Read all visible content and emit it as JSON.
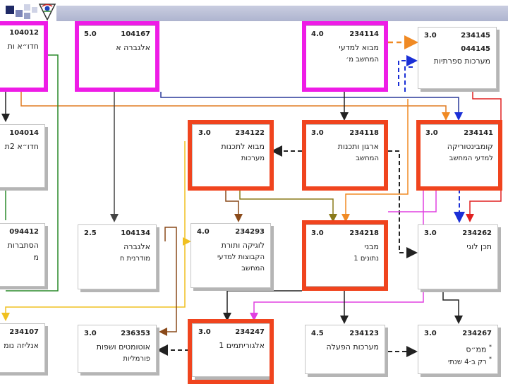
{
  "courses": [
    {
      "id": "c104012",
      "code": "104012",
      "name": "חדו״א ות",
      "points": "",
      "sub": "",
      "foot": "",
      "mark": ""
    },
    {
      "id": "c104167",
      "code": "104167",
      "name": "אלגברה א",
      "points": "5.0",
      "sub": "",
      "foot": "",
      "mark": ""
    },
    {
      "id": "c234114",
      "code": "234114",
      "name": "מבוא למדעי",
      "points": "4.0",
      "sub": "המחשב מ׳",
      "foot": "",
      "mark": ""
    },
    {
      "id": "c234145",
      "code": "234145",
      "name": "044145",
      "points": "3.0",
      "sub": "מערכות ספרתיות",
      "foot": "",
      "mark": ""
    },
    {
      "id": "c104014",
      "code": "104014",
      "name": "חדו״א 2ת",
      "points": "",
      "sub": "",
      "foot": "",
      "mark": ""
    },
    {
      "id": "c234122",
      "code": "234122",
      "name": "מבוא לתכנות",
      "points": "3.0",
      "sub": "מערכות",
      "foot": "",
      "mark": ""
    },
    {
      "id": "c234118",
      "code": "234118",
      "name": "ארגון ותכנות",
      "points": "3.0",
      "sub": "המחשב",
      "foot": "",
      "mark": ""
    },
    {
      "id": "c234141",
      "code": "234141",
      "name": "קומבינטוריקה",
      "points": "3.0",
      "sub": "למדעי המחשב",
      "foot": "",
      "mark": ""
    },
    {
      "id": "c094412",
      "code": "094412",
      "name": "הסתברות מ",
      "points": "",
      "sub": "",
      "foot": "",
      "mark": ""
    },
    {
      "id": "c104134",
      "code": "104134",
      "name": "אלגברה",
      "points": "2.5",
      "sub": "מודרנית ח",
      "foot": "",
      "mark": ""
    },
    {
      "id": "c234293",
      "code": "234293",
      "name": "לוגיקה ותורת",
      "points": "4.0",
      "sub": "הקבוצות למדעי",
      "foot": "המחשב",
      "mark": ""
    },
    {
      "id": "c234218",
      "code": "234218",
      "name": "מבני",
      "points": "3.0",
      "sub": "נתונים 1",
      "foot": "",
      "mark": ""
    },
    {
      "id": "c234262",
      "code": "234262",
      "name": "תכן לוגי",
      "points": "3.0",
      "sub": "",
      "foot": "",
      "mark": ""
    },
    {
      "id": "c234107",
      "code": "234107",
      "name": "אנליזה נומ",
      "points": "",
      "sub": "",
      "foot": "",
      "mark": ""
    },
    {
      "id": "c236353",
      "code": "236353",
      "name": "אוטומטים ושפות",
      "points": "3.0",
      "sub": "פורמליות",
      "foot": "",
      "mark": ""
    },
    {
      "id": "c234247",
      "code": "234247",
      "name": "אלגוריתמים 1",
      "points": "3.0",
      "sub": "",
      "foot": "",
      "mark": ""
    },
    {
      "id": "c234123",
      "code": "234123",
      "name": "מערכות הפעלה",
      "points": "4.5",
      "sub": "",
      "foot": "",
      "mark": ""
    },
    {
      "id": "c234267",
      "code": "234267",
      "name": "ממ״ס",
      "points": "3.0",
      "sub": "רק ב-4 שנתי",
      "foot": "",
      "mark": "*"
    }
  ],
  "colors": {
    "highlight_magenta": "#ee1ce6",
    "highlight_red": "#f0441e",
    "box_shadow": "#b5b5b5",
    "banner": "#b8bdd6",
    "square_dark": "#1f2a66",
    "square_mid": "#7d86b8",
    "square_light": "#cfd3e6"
  },
  "logo_icon": "technion-logo-icon"
}
